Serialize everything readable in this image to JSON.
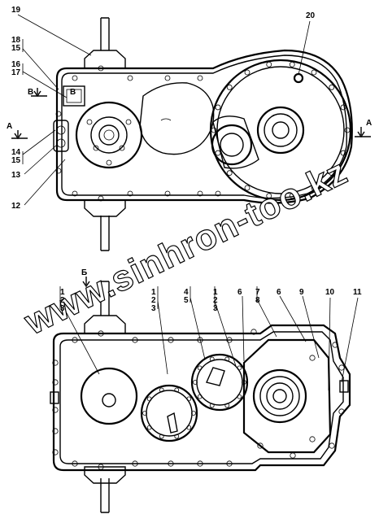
{
  "diagram": {
    "watermark": "www.sinhron-too.kz",
    "top_labels": [
      {
        "id": "l19",
        "text": "19"
      },
      {
        "id": "l20",
        "text": "20"
      },
      {
        "id": "l18",
        "text": "18"
      },
      {
        "id": "l15a",
        "text": "15"
      },
      {
        "id": "l16",
        "text": "16"
      },
      {
        "id": "l17",
        "text": "17"
      },
      {
        "id": "lB1",
        "text": "В"
      },
      {
        "id": "lB2",
        "text": "В"
      },
      {
        "id": "lA1",
        "text": "А"
      },
      {
        "id": "lA2",
        "text": "А"
      },
      {
        "id": "l14",
        "text": "14"
      },
      {
        "id": "l15b",
        "text": "15"
      },
      {
        "id": "l13",
        "text": "13"
      },
      {
        "id": "l12",
        "text": "12"
      }
    ],
    "bottom_labels": [
      {
        "id": "lBe",
        "text": "Б"
      },
      {
        "id": "c1a",
        "text": "1"
      },
      {
        "id": "c2a",
        "text": "2"
      },
      {
        "id": "c3a",
        "text": "3"
      },
      {
        "id": "c1b",
        "text": "1"
      },
      {
        "id": "c2b",
        "text": "2"
      },
      {
        "id": "c3b",
        "text": "3"
      },
      {
        "id": "c4",
        "text": "4"
      },
      {
        "id": "c5",
        "text": "5"
      },
      {
        "id": "c1c",
        "text": "1"
      },
      {
        "id": "c2c",
        "text": "2"
      },
      {
        "id": "c3c",
        "text": "3"
      },
      {
        "id": "c6a",
        "text": "6"
      },
      {
        "id": "c7",
        "text": "7"
      },
      {
        "id": "c8",
        "text": "8"
      },
      {
        "id": "c6b",
        "text": "6"
      },
      {
        "id": "c9",
        "text": "9"
      },
      {
        "id": "c10",
        "text": "10"
      },
      {
        "id": "c11",
        "text": "11"
      }
    ]
  }
}
